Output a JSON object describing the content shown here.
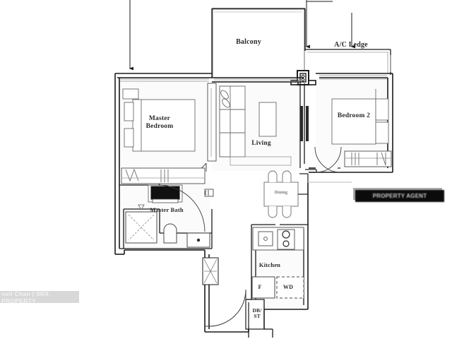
{
  "document": {
    "type": "floor-plan",
    "background_color": "#ffffff",
    "line_color": "#1a1a1a",
    "fill_color": "#fbfbfb"
  },
  "rooms": {
    "master_bedroom": "Master\nBedroom",
    "living": "Living",
    "bedroom_2": "Bedroom 2",
    "balcony": "Balcony",
    "ac_ledge": "A/C Ledge",
    "master_bath": "Master Bath",
    "kitchen": "Kitchen",
    "dining": "Dining"
  },
  "appliances": {
    "fridge": "F",
    "washer_dryer": "WD",
    "db_store": "DB/\nST"
  },
  "watermarks": {
    "bottom_left": "nell Chan | SRX PROPERTY",
    "right_bar": "PROPERTY AGENT",
    "right_bar_legible": false
  },
  "annotations": {
    "arrow_count": 3,
    "arrow_targets": [
      "master-bedroom-wall",
      "balcony-right-wall",
      "ac-ledge-wall"
    ]
  }
}
